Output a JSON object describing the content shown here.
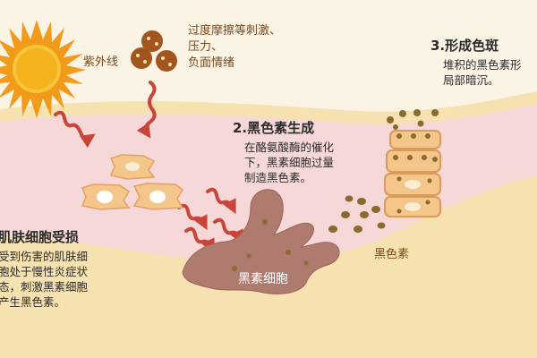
{
  "labels": {
    "uv": "紫外线",
    "stimulus": [
      "过度摩擦等刺激、",
      "压力、",
      "负面情绪"
    ],
    "melanocyte": "黑素细胞",
    "melanin": "黑色素"
  },
  "sections": {
    "damage": {
      "title": "肌肤细胞受损",
      "lines": [
        "受到伤害的肌肤细",
        "胞处于慢性炎症状",
        "态，刺激黑素细胞",
        "产生黑色素。"
      ]
    },
    "production": {
      "title": "2.黑色素生成",
      "lines": [
        "在酪氨酸酶的催化",
        "下，黑素细胞过量",
        "制造黑色素。"
      ]
    },
    "spots": {
      "title": "3.形成色斑",
      "lines": [
        "堆积的黑色素形",
        "局部暗沉。"
      ]
    }
  },
  "colors": {
    "sun": "#f29a1a",
    "arrow": "#c8453a",
    "skin_top": "#f6e2b0",
    "dermis": "#f7d8d8",
    "cell": "#f4c68a",
    "melanocyte": "#b07b6f",
    "melanin": "#8a6a2e"
  }
}
